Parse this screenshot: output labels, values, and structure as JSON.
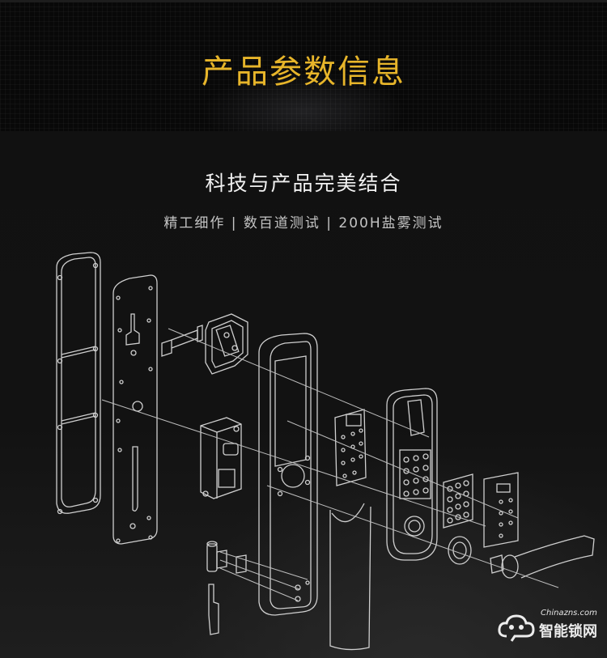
{
  "header": {
    "title": "产品参数信息",
    "title_color": "#e7b52a"
  },
  "section": {
    "subtitle": "科技与产品完美结合",
    "tagline": "精工细作 | 数百道测试 | 200H盐雾测试"
  },
  "diagram": {
    "description": "Exploded line drawing of a smart door lock",
    "parts": [
      "rear-panel",
      "mounting-plate",
      "bracket",
      "motor-module",
      "clutch-module",
      "front-frame",
      "pcb-board",
      "front-panel",
      "cover-shell",
      "keypad-rubber",
      "keypad-glass",
      "handle-rosette",
      "lever-handle",
      "spindle-pins",
      "key-blank"
    ]
  },
  "watermark": {
    "domain": "Chinazns.com",
    "name": "智能锁网",
    "icon": "cloud-face-icon"
  }
}
